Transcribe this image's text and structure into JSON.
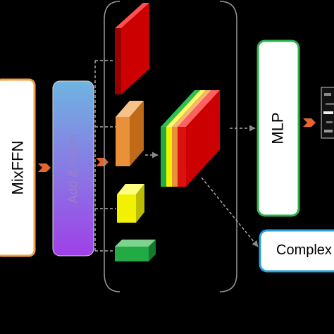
{
  "blocks": {
    "mixffn": "MixFFN",
    "add_norm": "Add & Norm",
    "mlp": "MLP",
    "complex": "Complex"
  },
  "colors": {
    "mixffn_border": "#f0a040",
    "add_norm_top": "#6fb4e0",
    "add_norm_bottom": "#a040e8",
    "mlp_border": "#2cb24a",
    "complex_border": "#2aa0e0",
    "red": "#cc0000",
    "orange": "#e8903a",
    "yellow": "#f2f200",
    "green": "#22aa44",
    "arrow": "#e8642c"
  }
}
